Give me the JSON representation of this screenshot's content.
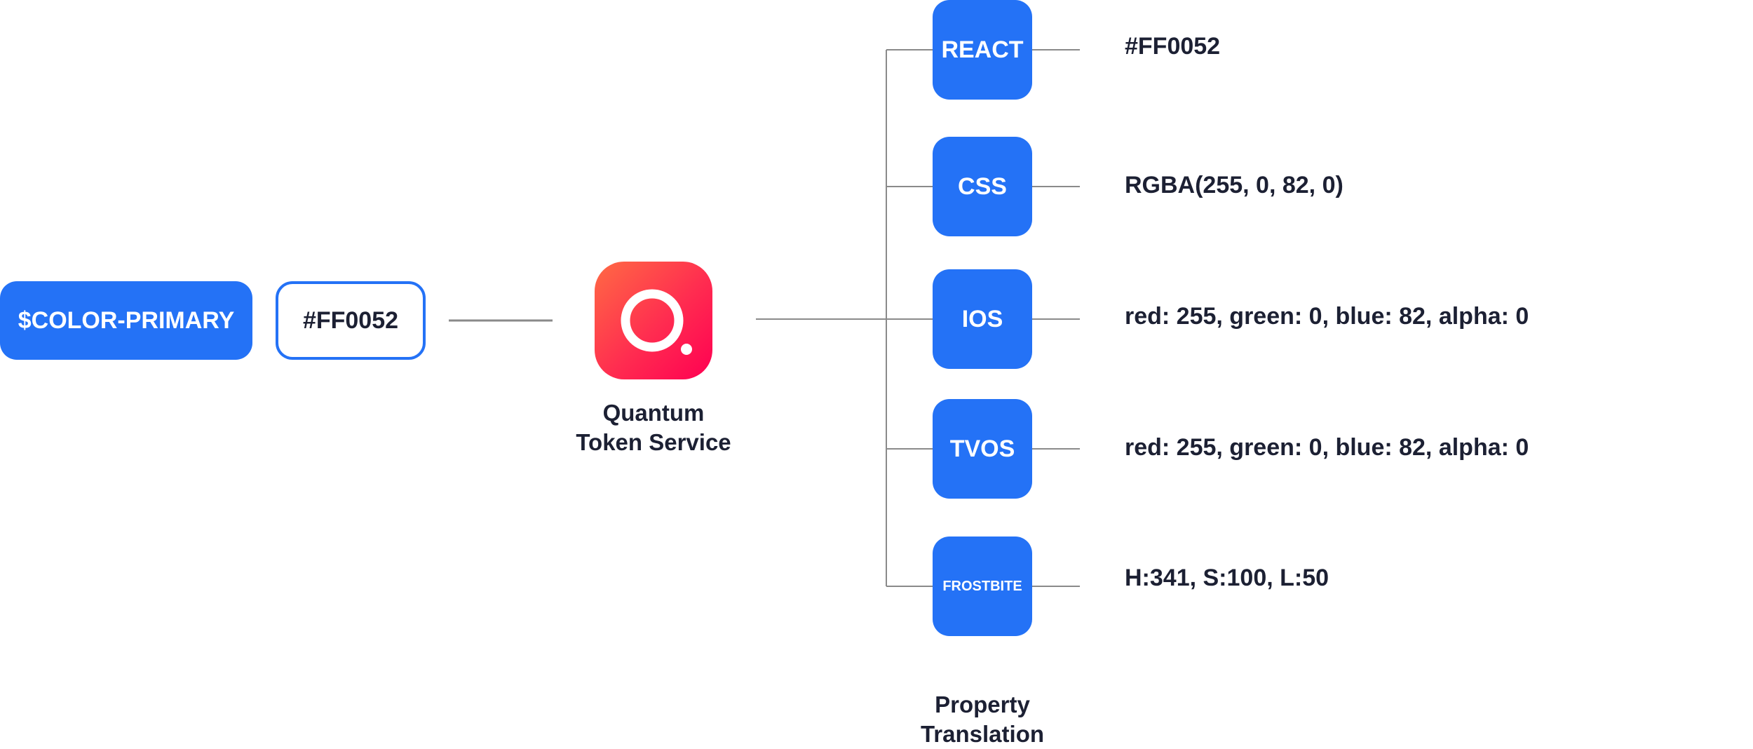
{
  "source": {
    "token_name": "$COLOR-PRIMARY",
    "token_value": "#FF0052"
  },
  "service": {
    "label_line1": "Quantum",
    "label_line2": "Token Service",
    "icon": "search-icon",
    "colors": {
      "gradient_start": "#ff6a44",
      "gradient_end": "#ff0052"
    }
  },
  "platforms": [
    {
      "label": "REACT",
      "value": "#FF0052"
    },
    {
      "label": "CSS",
      "value": "RGBA(255, 0, 82, 0)"
    },
    {
      "label": "IOS",
      "value": "red: 255, green: 0, blue: 82, alpha: 0"
    },
    {
      "label": "TVOS",
      "value": "red: 255, green: 0, blue: 82, alpha: 0"
    },
    {
      "label": "FROSTBITE",
      "value": "H:341, S:100, L:50"
    }
  ],
  "translation": {
    "label_line1": "Property",
    "label_line2": "Translation"
  },
  "colors": {
    "accent": "#2472f6",
    "text": "#1c2033",
    "connector": "#8a8a8a"
  }
}
